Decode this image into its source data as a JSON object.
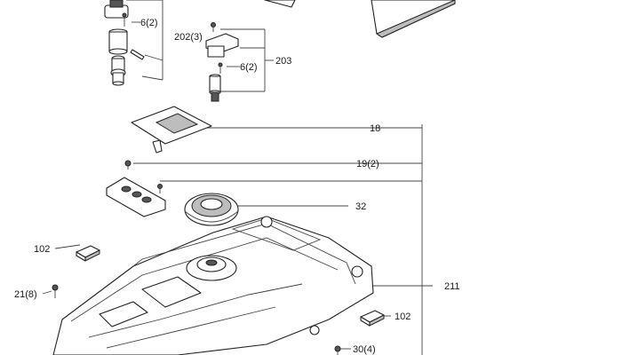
{
  "labels": {
    "l_6a": "6(2)",
    "l_202": "202(3)",
    "l_6b": "6(2)",
    "l_203": "203",
    "l_18": "18",
    "l_19": "19(2)",
    "l_32": "32",
    "l_102a": "102",
    "l_211": "211",
    "l_21": "21(8)",
    "l_102b": "102",
    "l_30": "30(4)"
  }
}
